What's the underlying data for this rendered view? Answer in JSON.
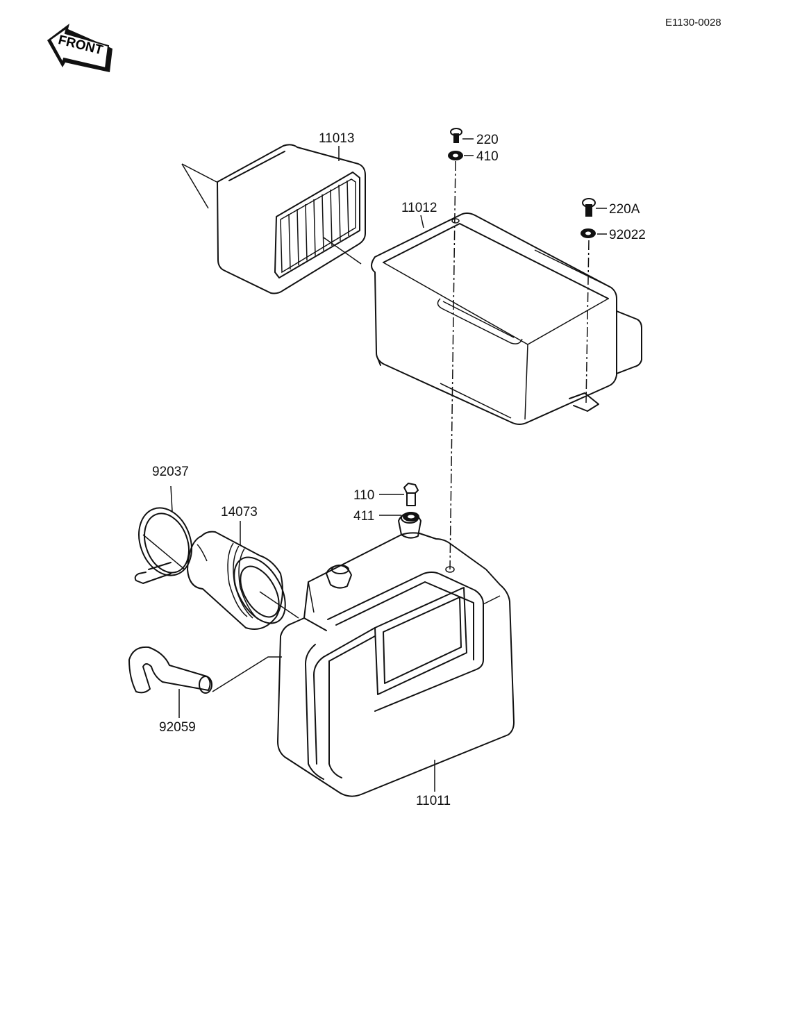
{
  "diagram": {
    "code": "E1130-0028",
    "front_label": "FRONT",
    "parts": {
      "p11013": "11013",
      "p11012": "11012",
      "p11011": "11011",
      "p220": "220",
      "p410": "410",
      "p220A": "220A",
      "p92022": "92022",
      "p110": "110",
      "p411": "411",
      "p92037": "92037",
      "p14073": "14073",
      "p92059": "92059"
    }
  }
}
